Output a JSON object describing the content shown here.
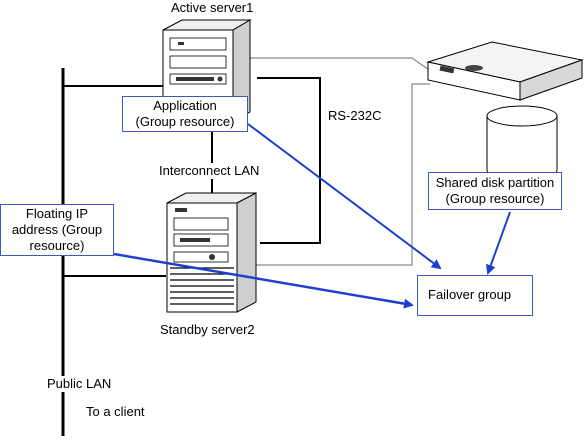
{
  "labels": {
    "active_server": "Active server1",
    "standby_server": "Standby server2",
    "interconnect_lan": "Interconnect LAN",
    "rs232c": "RS-232C",
    "public_lan": "Public LAN",
    "to_client": "To a client"
  },
  "boxes": {
    "application": {
      "line1": "Application",
      "line2": "(Group resource)"
    },
    "floating_ip": {
      "line1": "Floating IP",
      "line2": "address (Group",
      "line3": "resource)"
    },
    "shared_disk": {
      "line1": "Shared disk partition",
      "line2": "(Group resource)"
    },
    "failover_group": {
      "line1": "Failover group"
    }
  },
  "colors": {
    "arrow": "#1f3fd0",
    "box_border": "#3b5bb8",
    "line": "#000000",
    "gray_line": "#8a8a8a"
  }
}
